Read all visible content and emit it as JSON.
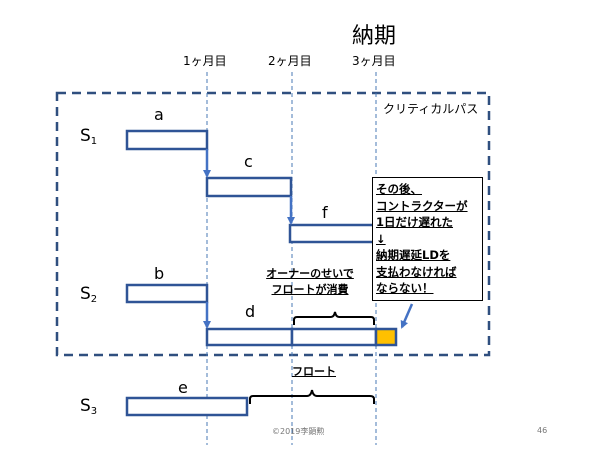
{
  "title": "納期",
  "months": [
    "1ヶ月目",
    "2ヶ月目",
    "3ヶ月目"
  ],
  "critical_path_label": "クリティカルパス",
  "rows": [
    {
      "label": "S",
      "subscript": "1"
    },
    {
      "label": "S",
      "subscript": "2"
    },
    {
      "label": "S",
      "subscript": "3"
    }
  ],
  "tasks": [
    "a",
    "c",
    "f",
    "b",
    "d",
    "e"
  ],
  "note_lines": [
    "その後、",
    "コントラクターが",
    "1日だけ遅れた",
    "↓",
    "納期遅延LDを",
    "支払わなければ",
    "ならない！"
  ],
  "owner_note_lines": [
    "オーナーのせいで",
    "フロートが消費"
  ],
  "float_label": "フロート",
  "footer": "©2019李顕勲",
  "page_number": "46",
  "colors": {
    "bar_border": "#2f5496",
    "arrow": "#4472c4",
    "delay": "#ffc000",
    "dashed_box": "#2f4f7f"
  }
}
